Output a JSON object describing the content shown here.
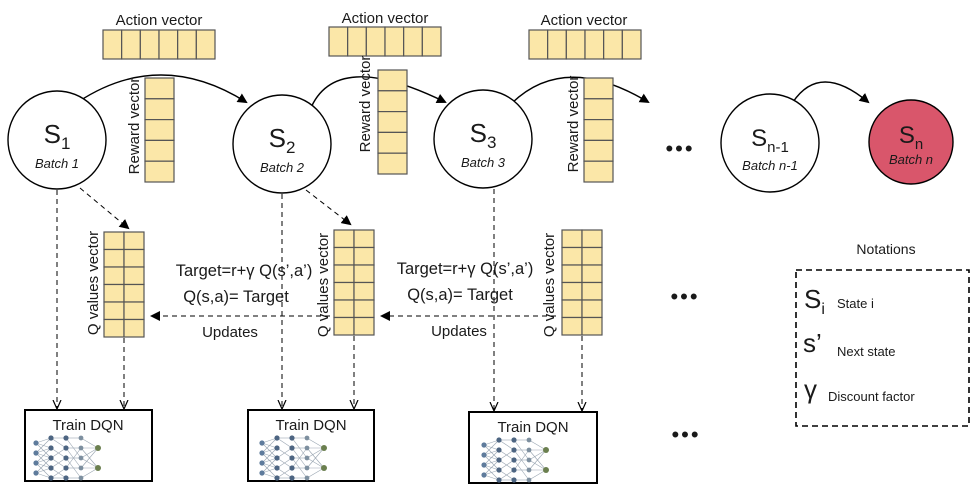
{
  "colors": {
    "vector_fill": "#FBE7A8",
    "vector_stroke": "#555555",
    "final_state_fill": "#D9566B",
    "stroke": "#000000"
  },
  "states": [
    {
      "sym": "S",
      "sub": "1",
      "batch": "Batch 1"
    },
    {
      "sym": "S",
      "sub": "2",
      "batch": "Batch 2"
    },
    {
      "sym": "S",
      "sub": "3",
      "batch": "Batch 3"
    },
    {
      "sym": "S",
      "sub": "n-1",
      "batch": "Batch n-1"
    },
    {
      "sym": "S",
      "sub": "n",
      "batch": "Batch n"
    }
  ],
  "labels": {
    "action_vector": "Action vector",
    "reward_vector": "Reward vector",
    "q_values_vector": "Q values vector",
    "target_eq": "Target=r+γ Q(s’,a’)",
    "q_update_eq": "Q(s,a)= Target",
    "updates": "Updates",
    "train_dqn": "Train DQN",
    "ellipsis": "•••"
  },
  "notations": {
    "title": "Notations",
    "items": [
      {
        "symbol": "S",
        "sub": "i",
        "desc": "State i"
      },
      {
        "symbol": "s’",
        "sub": "",
        "desc": "Next state"
      },
      {
        "symbol": "γ",
        "sub": "",
        "desc": "Discount factor"
      }
    ]
  }
}
